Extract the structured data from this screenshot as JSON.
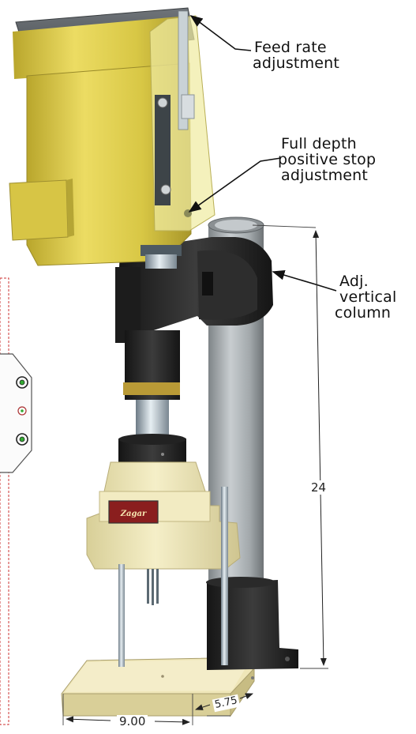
{
  "callouts": {
    "feed_rate": {
      "line1": "Feed rate",
      "line2": "adjustment"
    },
    "full_depth": {
      "line1": "Full depth",
      "line2": "positive stop",
      "line3": "adjustment"
    },
    "vertical_column": {
      "line1": "Adj.",
      "line2": "vertical",
      "line3": "column"
    }
  },
  "dimensions": {
    "height": "24",
    "base_width": "9.00",
    "base_depth": "5.75"
  },
  "nameplate": {
    "text": "Zagar"
  },
  "colors": {
    "motor_yellow": "#e3d24a",
    "body_cream": "#efe7b8",
    "column_gray": "#9aa0a3",
    "head_black": "#242424",
    "guard_clear": "#e9e6a0",
    "fixture_red_dashed": "#cc3333"
  }
}
